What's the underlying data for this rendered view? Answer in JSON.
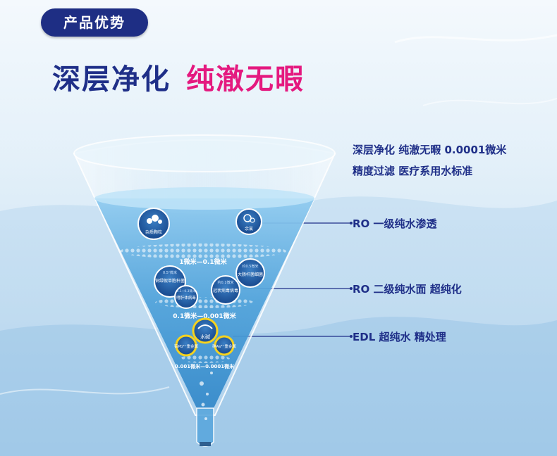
{
  "badge": "产品优势",
  "headline": {
    "part1": "深层净化",
    "part2": "纯澈无暇"
  },
  "intro": {
    "line1": "深层净化 纯澈无暇 0.0001微米",
    "line2": "精度过滤 医疗系用水标准"
  },
  "labels": {
    "ro1": "RO 一级纯水渗透",
    "ro2": "RO 二级纯水面 超纯化",
    "edl": "EDL 超纯水 精处理"
  },
  "funnel": {
    "size1": "1微米—0.1微米",
    "size2": "0.1微米—0.001微米",
    "size3": "0.001微米—0.0001微米",
    "icons": {
      "impurity": "杂质颗粒",
      "chlorine": "余氯",
      "ecoli_size": "0.5¹微米",
      "ecoli": "铜绿假单胞杆菌",
      "bacillus_size": "约0.5微米",
      "bacillus": "大肠杆菌细菌",
      "virus_size": "约0.1微米",
      "virus": "冠状病毒病毒",
      "mycoplasma_size": "0.1~0.3微米",
      "mycoplasma": "嗜肝体病毒",
      "alkali": "水碱",
      "lead": "铅Pb²⁺重金属",
      "arsenic": "砷As³⁺重金属"
    }
  },
  "colors": {
    "navy": "#1f2f88",
    "pink": "#e4197f",
    "water": "#5aa7dd"
  }
}
